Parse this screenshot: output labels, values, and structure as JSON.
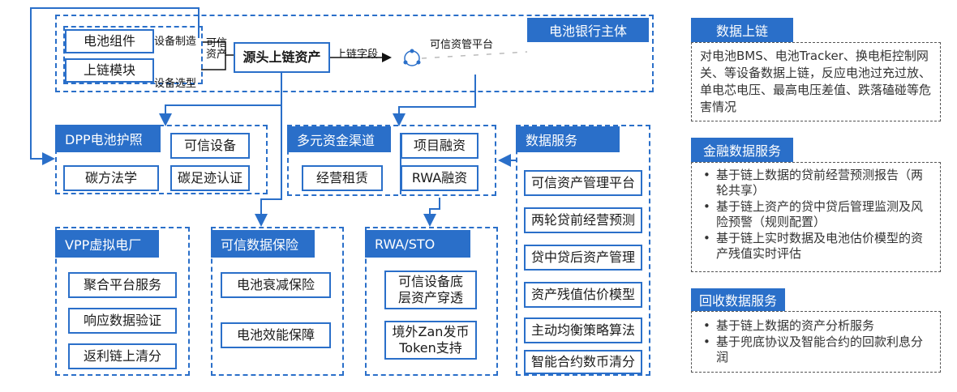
{
  "top": {
    "battery_component": "电池组件",
    "chain_module": "上链模块",
    "device_manufacturing": "设备制造",
    "device_selection": "设备选型",
    "trusted_asset_line1": "可信",
    "trusted_asset_line2": "资产",
    "source_chain_asset": "源头上链资产",
    "chain_field": "上链字段",
    "trusted_asset_platform": "可信资管平台",
    "battery_bank_entity": "电池银行主体"
  },
  "dpp": {
    "header": "DPP电池护照",
    "trusted_device": "可信设备",
    "carbon_method": "碳方法学",
    "carbon_footprint": "碳足迹认证"
  },
  "funding": {
    "header": "多元资金渠道",
    "project_financing": "项目融资",
    "leasing": "经营租赁",
    "rwa_financing": "RWA融资"
  },
  "data_service": {
    "header": "数据服务",
    "items": [
      "可信资产管理平台",
      "两轮贷前经营预测",
      "贷中贷后资产管理",
      "资产残值估价模型",
      "主动均衡策略算法",
      "智能合约数币清分"
    ]
  },
  "vpp": {
    "header": "VPP虚拟电厂",
    "items": [
      "聚合平台服务",
      "响应数据验证",
      "返利链上清分"
    ]
  },
  "insurance": {
    "header": "可信数据保险",
    "items": [
      "电池衰减保险",
      "电池效能保障"
    ]
  },
  "rwa": {
    "header": "RWA/STO",
    "item1_line1": "可信设备底",
    "item1_line2": "层资产穿透",
    "item2_line1": "境外Zan发币",
    "item2_line2": "Token支持"
  },
  "right": {
    "data_chain_header": "数据上链",
    "data_chain_text": "对电池BMS、电池Tracker、换电柜控制网关、等设备数据上链，反应电池过充过放、单电芯电压、最高电压差值、跌落磕碰等危害情况",
    "finance_header": "金融数据服务",
    "finance_items": [
      "基于链上数据的贷前经营预测报告（两轮共享）",
      "基于链上资产的贷中贷后管理监测及风险预警（规则配置）",
      "基于链上实时数据及电池估价模型的资产残值实时评估"
    ],
    "recycle_header": "回收数据服务",
    "recycle_items": [
      "基于链上数据的资产分析服务",
      "基于兜底协议及智能合约的回款利息分润"
    ]
  },
  "colors": {
    "accent": "#2a6fc9",
    "text": "#1a1a1a"
  }
}
